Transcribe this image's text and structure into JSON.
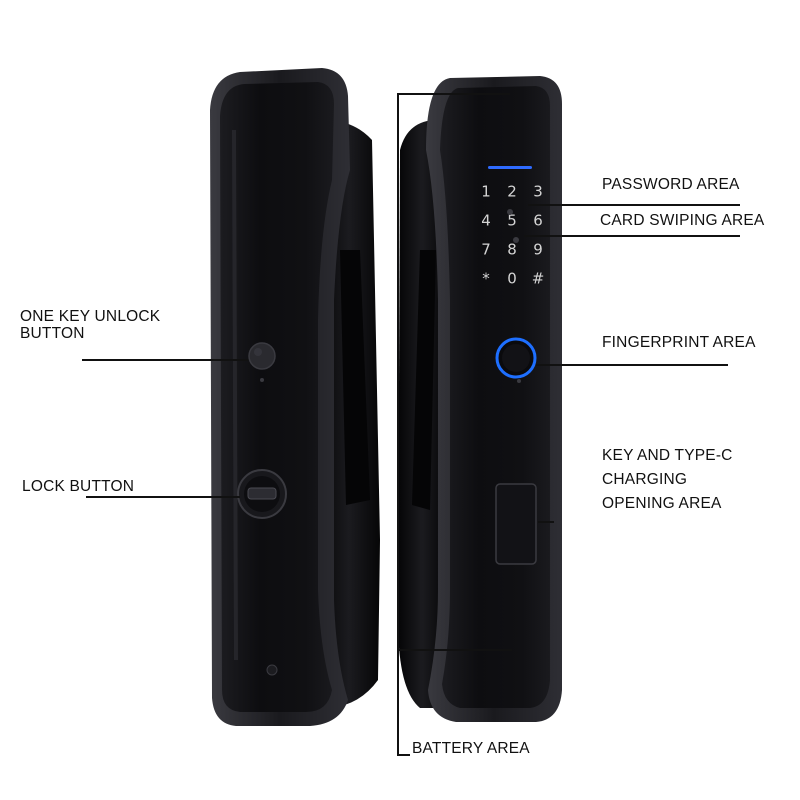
{
  "labels": {
    "one_key_unlock_line1": "ONE KEY UNLOCK",
    "one_key_unlock_line2": "BUTTON",
    "lock_button": "LOCK BUTTON",
    "password_area": "PASSWORD AREA",
    "card_swiping_area": "CARD SWIPING AREA",
    "fingerprint_area": "FINGERPRINT AREA",
    "key_charging_line1": "KEY AND TYPE-C",
    "key_charging_line2": "CHARGING",
    "key_charging_line3": "OPENING AREA",
    "battery_area": "BATTERY AREA"
  },
  "keypad": {
    "keys": [
      "1",
      "2",
      "3",
      "4",
      "5",
      "6",
      "7",
      "8",
      "9",
      "*",
      "0",
      "#"
    ]
  },
  "colors": {
    "lock_body": "#0c0c0e",
    "lock_face": "#141417",
    "bezel": "#2a2a2e",
    "fingerprint_ring": "#1e6fff",
    "keypad_indicator": "#2f6bff",
    "leader_line": "#111111"
  }
}
